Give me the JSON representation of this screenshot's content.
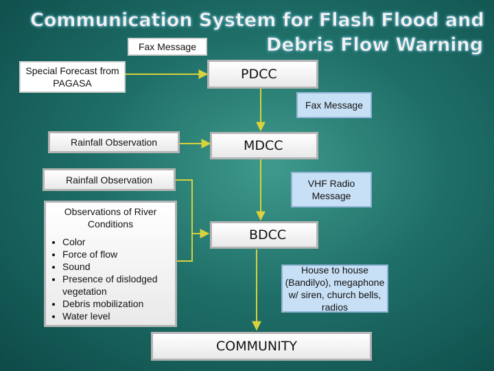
{
  "title": {
    "line1": "Communication System for Flash Flood and",
    "line2": "Debris Flow Warning"
  },
  "boxes": {
    "fax_message_top": "Fax Message",
    "special_forecast": "Special Forecast from PAGASA",
    "pdcc": "PDCC",
    "fax_message_right": "Fax Message",
    "rainfall_obs_1": "Rainfall Observation",
    "mdcc": "MDCC",
    "rainfall_obs_2": "Rainfall Observation",
    "vhf_radio": "VHF Radio Message",
    "bdcc": "BDCC",
    "house_to_house": "House to house (Bandilyo), megaphone w/ siren, church bells, radios",
    "community": "COMMUNITY"
  },
  "river_observations": {
    "title": "Observations of River Conditions",
    "items": [
      "Color",
      "Force of flow",
      "Sound",
      "Presence of dislodged vegetation",
      "Debris mobilization",
      "Water level"
    ]
  },
  "colors": {
    "line": "#d8d23c",
    "background": "#1f6f68",
    "note_box": "#c8e0f5"
  }
}
